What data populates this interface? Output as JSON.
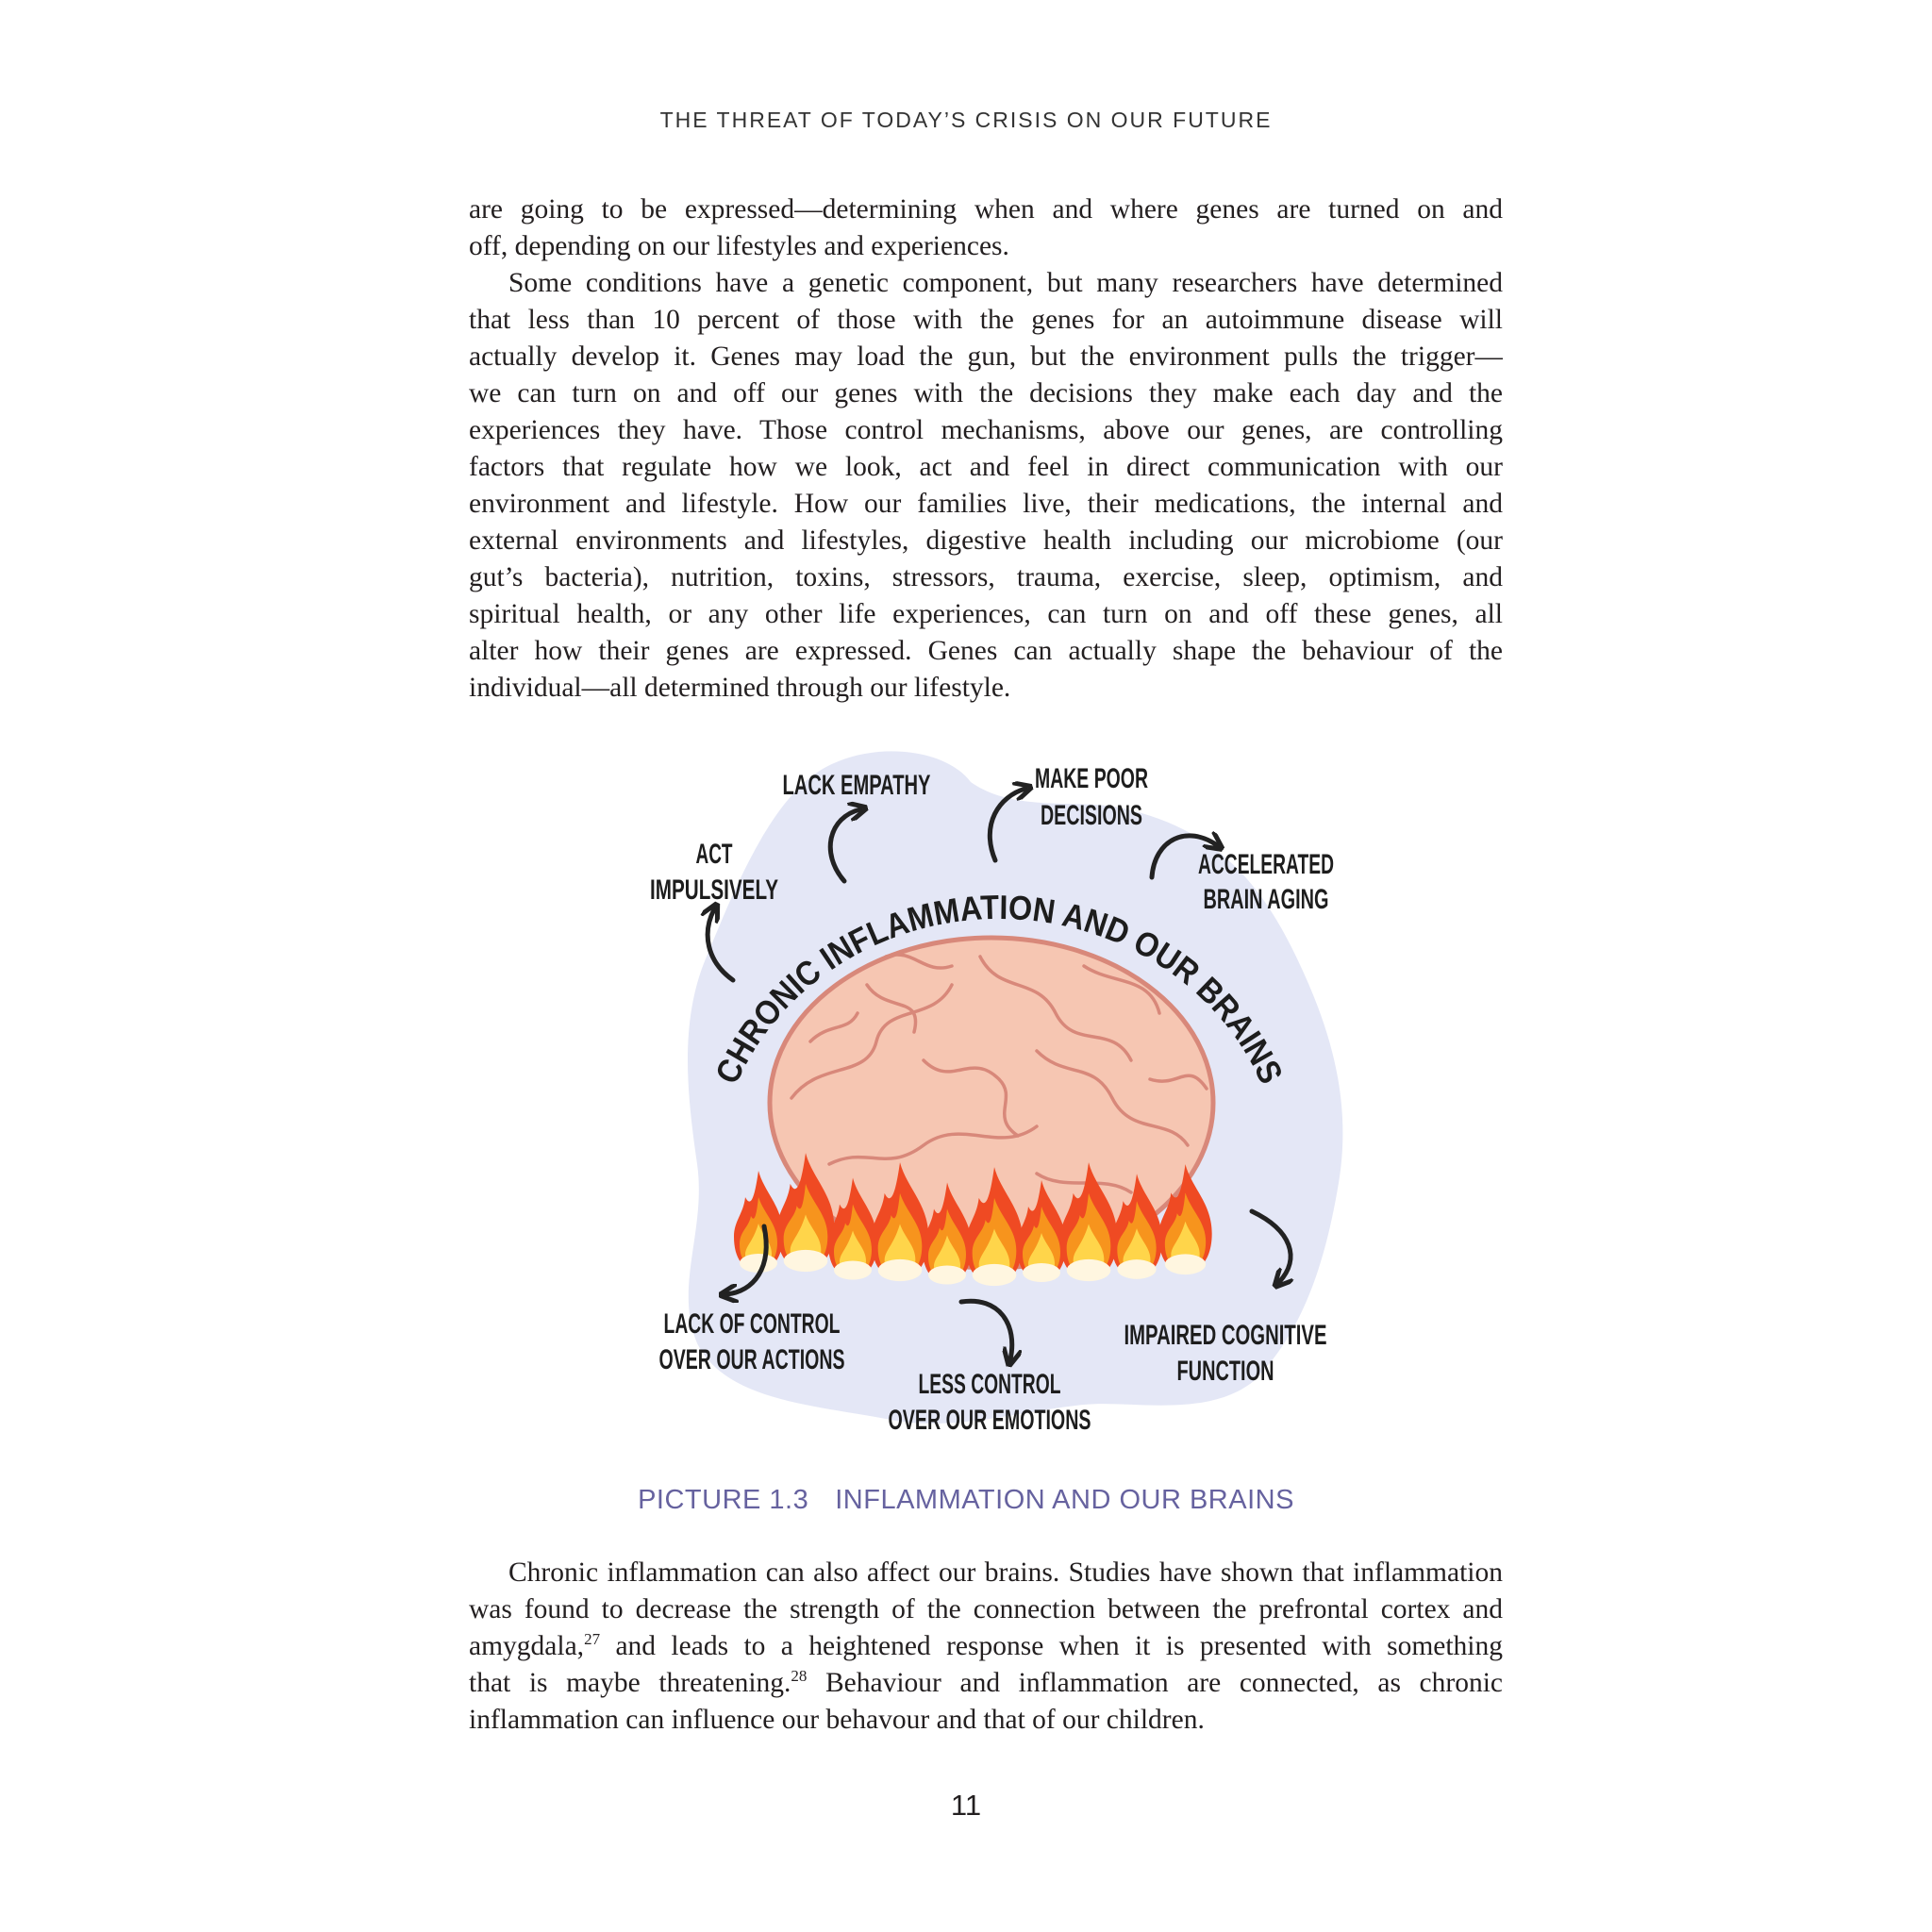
{
  "header": {
    "running_title": "THE THREAT OF TODAY’S CRISIS ON OUR FUTURE"
  },
  "body_top": {
    "lines": [
      {
        "segs": [
          {
            "t": "are going to be expressed—determining when and where genes are turned on and"
          }
        ]
      },
      {
        "segs": [
          {
            "t": "off, depending on our lifestyles and experiences."
          }
        ],
        "last": true
      },
      {
        "segs": [
          {
            "t": "Some conditions have a genetic component, but many researchers have determined"
          }
        ],
        "indent": true
      },
      {
        "segs": [
          {
            "t": "that less than 10 percent of those with the genes for an autoimmune disease will"
          }
        ]
      },
      {
        "segs": [
          {
            "t": "actually develop it. Genes may load the gun, but the environment pulls the trigger—"
          }
        ]
      },
      {
        "segs": [
          {
            "t": "we can turn on and off our genes with the decisions they make each day and the"
          }
        ]
      },
      {
        "segs": [
          {
            "t": "experiences they have. Those control mechanisms, above our genes, are controlling"
          }
        ]
      },
      {
        "segs": [
          {
            "t": "factors that regulate how we look, act and feel in direct communication with our"
          }
        ]
      },
      {
        "segs": [
          {
            "t": "environment and lifestyle. How our families live, their medications, the internal and"
          }
        ]
      },
      {
        "segs": [
          {
            "t": "external environments and lifestyles, digestive health including our microbiome (our"
          }
        ]
      },
      {
        "segs": [
          {
            "t": "gut’s bacteria), nutrition, toxins, stressors, trauma, exercise, sleep, optimism, and"
          }
        ]
      },
      {
        "segs": [
          {
            "t": "spiritual health, or any other life experiences, can turn on and off these genes, all"
          }
        ]
      },
      {
        "segs": [
          {
            "t": "alter how their genes are expressed. Genes can actually shape the behaviour of the"
          }
        ]
      },
      {
        "segs": [
          {
            "t": "individual—all determined through our lifestyle."
          }
        ],
        "last": true
      }
    ]
  },
  "figure": {
    "title": "CHRONIC INFLAMMATION AND OUR BRAINS",
    "labels": {
      "lack_empathy": [
        "LACK EMPATHY"
      ],
      "make_poor_decisions": [
        "MAKE POOR",
        "DECISIONS"
      ],
      "act_impulsively": [
        "ACT",
        "IMPULSIVELY"
      ],
      "accelerated_brain_aging": [
        "ACCELERATED",
        "BRAIN AGING"
      ],
      "lack_of_control": [
        "LACK OF CONTROL",
        "OVER OUR ACTIONS"
      ],
      "less_control": [
        "LESS CONTROL",
        "OVER OUR EMOTIONS"
      ],
      "impaired_cognitive": [
        "IMPAIRED COGNITIVE",
        "FUNCTION"
      ]
    },
    "colors": {
      "blob": "#e4e7f6",
      "brain": "#f6c6b2",
      "brain_outline": "#d8887a",
      "flame_outer": "#ef4a23",
      "flame_mid": "#f7941d",
      "flame_inner": "#ffd54a"
    }
  },
  "caption": {
    "number": "PICTURE 1.3",
    "title": "INFLAMMATION AND OUR BRAINS"
  },
  "body_bottom": {
    "lines": [
      {
        "segs": [
          {
            "t": "Chronic inflammation can also affect our brains. Studies have shown that inflammation"
          }
        ],
        "indent": true
      },
      {
        "segs": [
          {
            "t": "was found to decrease the strength of the connection between the prefrontal cortex and"
          }
        ]
      },
      {
        "segs": [
          {
            "t": "amygdala,"
          },
          {
            "t": "27",
            "sup": true
          },
          {
            "t": " and leads to a heightened response when it is presented with something"
          }
        ]
      },
      {
        "segs": [
          {
            "t": "that is maybe threatening."
          },
          {
            "t": "28",
            "sup": true
          },
          {
            "t": " Behaviour and inflammation are connected, as chronic"
          }
        ]
      },
      {
        "segs": [
          {
            "t": "inflammation can influence our behavour and that of our children."
          }
        ],
        "last": true
      }
    ]
  },
  "page_number": "11"
}
